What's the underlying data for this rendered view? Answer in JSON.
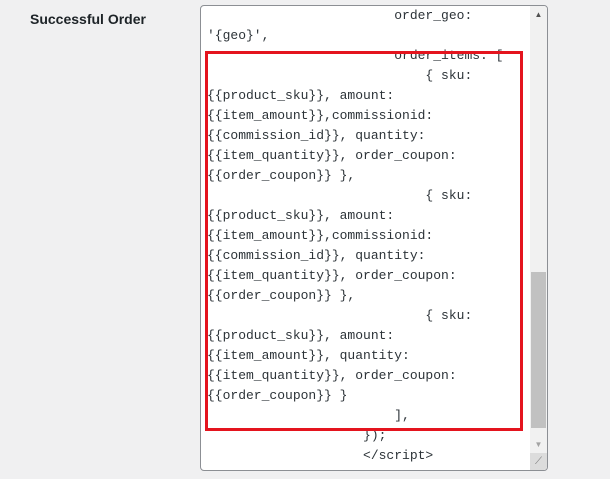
{
  "field_label": "Successful Order",
  "code_lines": [
    "                        order_geo:",
    "'{geo}',",
    "                        order_items: [",
    "                            { sku:",
    "{{product_sku}}, amount:",
    "{{item_amount}},commissionid:",
    "{{commission_id}}, quantity:",
    "{{item_quantity}}, order_coupon:",
    "{{order_coupon}} },",
    "                            { sku:",
    "{{product_sku}}, amount:",
    "{{item_amount}},commissionid:",
    "{{commission_id}}, quantity:",
    "{{item_quantity}}, order_coupon:",
    "{{order_coupon}} },",
    "                            { sku:",
    "{{product_sku}}, amount:",
    "{{item_amount}}, quantity:",
    "{{item_quantity}}, order_coupon:",
    "{{order_coupon}} }",
    "                        ],",
    "                    });",
    "                    </script>"
  ],
  "highlight_color": "#e4141e"
}
